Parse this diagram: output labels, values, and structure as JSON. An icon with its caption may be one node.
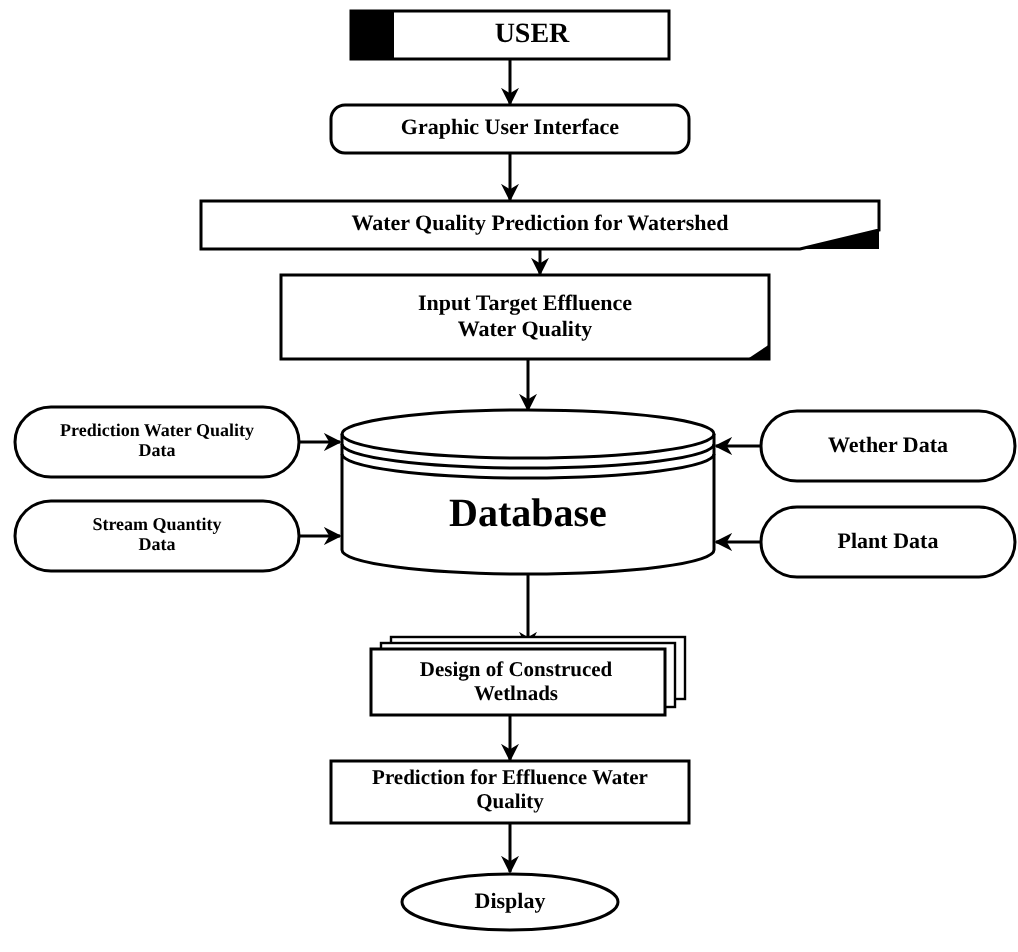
{
  "diagram": {
    "nodes": [
      {
        "text": [
          "USER"
        ]
      },
      {
        "text": [
          "Graphic User Interface"
        ]
      },
      {
        "text": [
          "Water Quality Prediction for Watershed"
        ]
      },
      {
        "text": [
          "Input Target Effluence Water Quality"
        ]
      },
      {
        "text": [
          "Database"
        ]
      },
      {
        "text": [
          "Prediction Water Quality Data"
        ]
      },
      {
        "text": [
          "Stream Quantity Data"
        ]
      },
      {
        "text": [
          "Wether Data"
        ]
      },
      {
        "text": [
          "Plant Data"
        ]
      },
      {
        "text": [
          "Design of Construced Wetlnads"
        ]
      },
      {
        "text": [
          "Prediction for Effluence Water Quality"
        ]
      },
      {
        "text": [
          "Display"
        ]
      }
    ],
    "edges": [
      {
        "from": 0,
        "to": 1,
        "arrow": "to"
      },
      {
        "from": 1,
        "to": 2,
        "arrow": "to"
      },
      {
        "from": 2,
        "to": 3,
        "arrow": "to"
      },
      {
        "from": 3,
        "to": 4,
        "arrow": "to"
      },
      {
        "from": 5,
        "to": 4,
        "arrow": "to"
      },
      {
        "from": 6,
        "to": 4,
        "arrow": "to"
      },
      {
        "from": 7,
        "to": 4,
        "arrow": "to"
      },
      {
        "from": 8,
        "to": 4,
        "arrow": "to"
      },
      {
        "from": 4,
        "to": 9,
        "arrow": "to"
      },
      {
        "from": 9,
        "to": 10,
        "arrow": "to"
      },
      {
        "from": 10,
        "to": 11,
        "arrow": "to"
      }
    ]
  }
}
